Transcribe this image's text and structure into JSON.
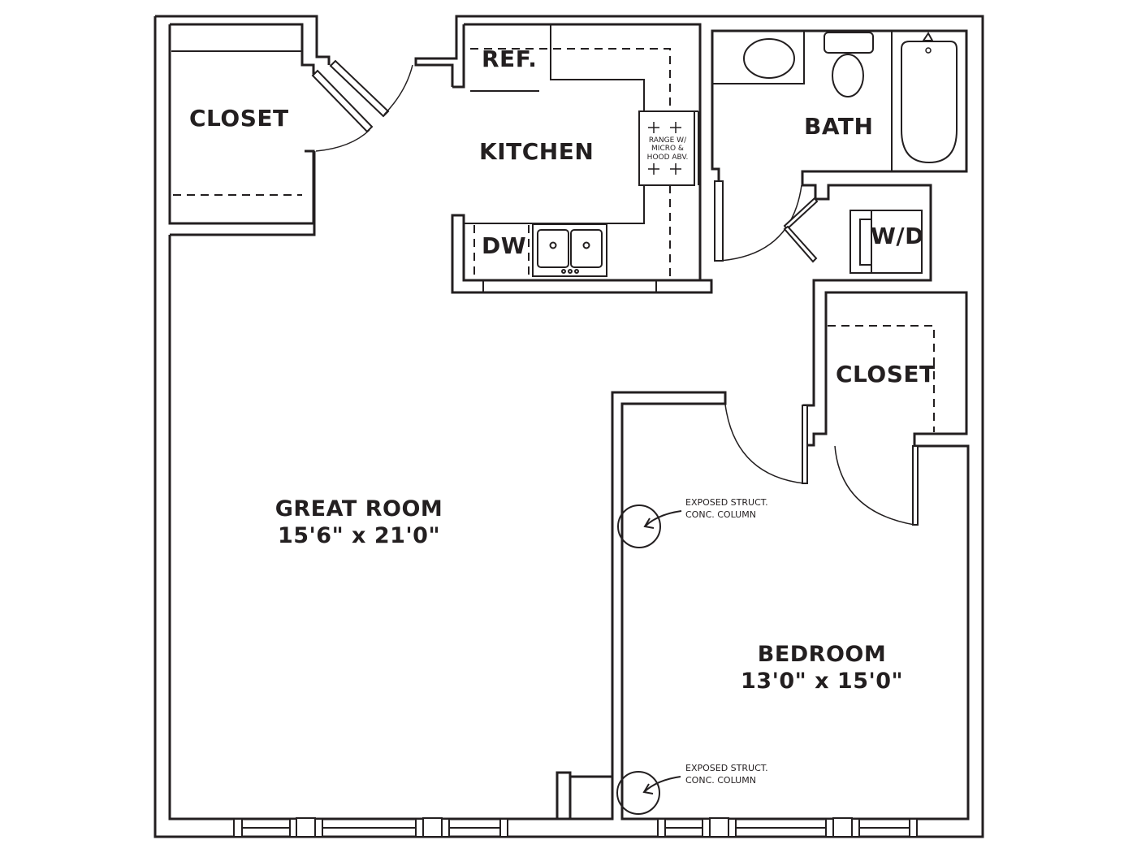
{
  "floorplan": {
    "rooms": {
      "closet_entry": {
        "label": "CLOSET"
      },
      "kitchen": {
        "label": "KITCHEN"
      },
      "bath": {
        "label": "BATH"
      },
      "laundry": {
        "label": "W/D"
      },
      "closet_bedroom": {
        "label": "CLOSET"
      },
      "great_room": {
        "label": "GREAT ROOM",
        "dimensions": "15'6\" x 21'0\""
      },
      "bedroom": {
        "label": "BEDROOM",
        "dimensions": "13'0\" x 15'0\""
      }
    },
    "fixtures": {
      "refrigerator": "REF.",
      "dishwasher": "DW",
      "range_note": [
        "RANGE W/",
        "MICRO &",
        "HOOD ABV."
      ]
    },
    "annotations": {
      "column_top": [
        "EXPOSED STRUCT.",
        "CONC. COLUMN"
      ],
      "column_bottom": [
        "EXPOSED STRUCT.",
        "CONC. COLUMN"
      ]
    },
    "colors": {
      "line": "#231f20",
      "background": "#ffffff"
    }
  }
}
